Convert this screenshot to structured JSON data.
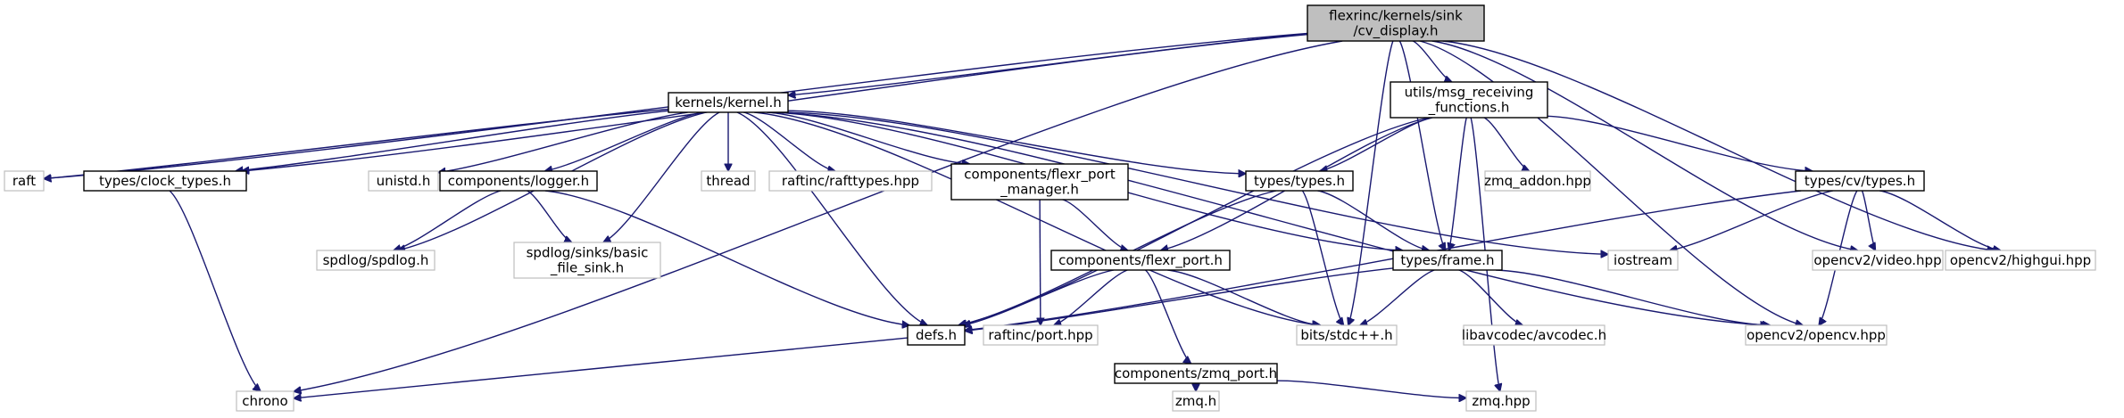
{
  "graph": {
    "nodes": [
      {
        "id": "cv_display",
        "lines": [
          "flexrinc/kernels/sink",
          "/cv_display.h"
        ],
        "kind": "root"
      },
      {
        "id": "kernel",
        "lines": [
          "kernels/kernel.h"
        ],
        "kind": "internal"
      },
      {
        "id": "msg_recv",
        "lines": [
          "utils/msg_receiving",
          "_functions.h"
        ],
        "kind": "internal"
      },
      {
        "id": "raft",
        "lines": [
          "raft"
        ],
        "kind": "external"
      },
      {
        "id": "clock_types",
        "lines": [
          "types/clock_types.h"
        ],
        "kind": "internal"
      },
      {
        "id": "unistd",
        "lines": [
          "unistd.h"
        ],
        "kind": "external"
      },
      {
        "id": "logger",
        "lines": [
          "components/logger.h"
        ],
        "kind": "internal"
      },
      {
        "id": "thread",
        "lines": [
          "thread"
        ],
        "kind": "external"
      },
      {
        "id": "rafttypes",
        "lines": [
          "raftinc/rafttypes.hpp"
        ],
        "kind": "external"
      },
      {
        "id": "flexr_port_manager",
        "lines": [
          "components/flexr_port",
          "_manager.h"
        ],
        "kind": "internal"
      },
      {
        "id": "types_types",
        "lines": [
          "types/types.h"
        ],
        "kind": "internal"
      },
      {
        "id": "zmq_addon",
        "lines": [
          "zmq_addon.hpp"
        ],
        "kind": "external"
      },
      {
        "id": "cv_types",
        "lines": [
          "types/cv/types.h"
        ],
        "kind": "internal"
      },
      {
        "id": "spdlog",
        "lines": [
          "spdlog/spdlog.h"
        ],
        "kind": "external"
      },
      {
        "id": "basic_file_sink",
        "lines": [
          "spdlog/sinks/basic",
          "_file_sink.h"
        ],
        "kind": "external"
      },
      {
        "id": "flexr_port",
        "lines": [
          "components/flexr_port.h"
        ],
        "kind": "internal"
      },
      {
        "id": "frame",
        "lines": [
          "types/frame.h"
        ],
        "kind": "internal"
      },
      {
        "id": "iostream",
        "lines": [
          "iostream"
        ],
        "kind": "external"
      },
      {
        "id": "opencv_video",
        "lines": [
          "opencv2/video.hpp"
        ],
        "kind": "external"
      },
      {
        "id": "opencv_highgui",
        "lines": [
          "opencv2/highgui.hpp"
        ],
        "kind": "external"
      },
      {
        "id": "defs",
        "lines": [
          "defs.h"
        ],
        "kind": "internal"
      },
      {
        "id": "raftinc_port",
        "lines": [
          "raftinc/port.hpp"
        ],
        "kind": "external"
      },
      {
        "id": "zmq_port",
        "lines": [
          "components/zmq_port.h"
        ],
        "kind": "internal"
      },
      {
        "id": "bits_stdcpp",
        "lines": [
          "bits/stdc++.h"
        ],
        "kind": "external"
      },
      {
        "id": "libavcodec",
        "lines": [
          "libavcodec/avcodec.h"
        ],
        "kind": "external"
      },
      {
        "id": "opencv_opencv",
        "lines": [
          "opencv2/opencv.hpp"
        ],
        "kind": "external"
      },
      {
        "id": "chrono",
        "lines": [
          "chrono"
        ],
        "kind": "external"
      },
      {
        "id": "zmq_h",
        "lines": [
          "zmq.h"
        ],
        "kind": "external"
      },
      {
        "id": "zmq_hpp",
        "lines": [
          "zmq.hpp"
        ],
        "kind": "external"
      }
    ],
    "edges": [
      {
        "from": "cv_display",
        "to": "kernel"
      },
      {
        "from": "cv_display",
        "to": "msg_recv"
      },
      {
        "from": "cv_display",
        "to": "raft"
      },
      {
        "from": "cv_display",
        "to": "clock_types"
      },
      {
        "from": "cv_display",
        "to": "chrono"
      },
      {
        "from": "cv_display",
        "to": "bits_stdcpp"
      },
      {
        "from": "cv_display",
        "to": "frame"
      },
      {
        "from": "cv_display",
        "to": "opencv_video"
      },
      {
        "from": "cv_display",
        "to": "opencv_highgui"
      },
      {
        "from": "cv_display",
        "to": "opencv_opencv"
      },
      {
        "from": "kernel",
        "to": "raft"
      },
      {
        "from": "kernel",
        "to": "clock_types"
      },
      {
        "from": "kernel",
        "to": "unistd"
      },
      {
        "from": "kernel",
        "to": "logger"
      },
      {
        "from": "kernel",
        "to": "thread"
      },
      {
        "from": "kernel",
        "to": "rafttypes"
      },
      {
        "from": "kernel",
        "to": "flexr_port_manager"
      },
      {
        "from": "kernel",
        "to": "types_types"
      },
      {
        "from": "kernel",
        "to": "spdlog"
      },
      {
        "from": "kernel",
        "to": "basic_file_sink"
      },
      {
        "from": "kernel",
        "to": "defs"
      },
      {
        "from": "kernel",
        "to": "bits_stdcpp"
      },
      {
        "from": "kernel",
        "to": "frame"
      },
      {
        "from": "kernel",
        "to": "iostream"
      },
      {
        "from": "kernel",
        "to": "opencv_opencv"
      },
      {
        "from": "msg_recv",
        "to": "types_types"
      },
      {
        "from": "msg_recv",
        "to": "zmq_addon"
      },
      {
        "from": "msg_recv",
        "to": "cv_types"
      },
      {
        "from": "msg_recv",
        "to": "flexr_port"
      },
      {
        "from": "msg_recv",
        "to": "frame"
      },
      {
        "from": "msg_recv",
        "to": "defs"
      },
      {
        "from": "msg_recv",
        "to": "zmq_hpp"
      },
      {
        "from": "clock_types",
        "to": "chrono"
      },
      {
        "from": "logger",
        "to": "spdlog"
      },
      {
        "from": "logger",
        "to": "basic_file_sink"
      },
      {
        "from": "logger",
        "to": "defs"
      },
      {
        "from": "flexr_port_manager",
        "to": "flexr_port"
      },
      {
        "from": "flexr_port_manager",
        "to": "raftinc_port"
      },
      {
        "from": "types_types",
        "to": "frame"
      },
      {
        "from": "types_types",
        "to": "defs"
      },
      {
        "from": "types_types",
        "to": "bits_stdcpp"
      },
      {
        "from": "cv_types",
        "to": "iostream"
      },
      {
        "from": "cv_types",
        "to": "opencv_video"
      },
      {
        "from": "cv_types",
        "to": "opencv_highgui"
      },
      {
        "from": "cv_types",
        "to": "opencv_opencv"
      },
      {
        "from": "cv_types",
        "to": "defs"
      },
      {
        "from": "flexr_port",
        "to": "defs"
      },
      {
        "from": "flexr_port",
        "to": "raftinc_port"
      },
      {
        "from": "flexr_port",
        "to": "zmq_port"
      },
      {
        "from": "flexr_port",
        "to": "bits_stdcpp"
      },
      {
        "from": "frame",
        "to": "defs"
      },
      {
        "from": "frame",
        "to": "bits_stdcpp"
      },
      {
        "from": "frame",
        "to": "libavcodec"
      },
      {
        "from": "frame",
        "to": "opencv_opencv"
      },
      {
        "from": "defs",
        "to": "chrono"
      },
      {
        "from": "zmq_port",
        "to": "zmq_h"
      },
      {
        "from": "zmq_port",
        "to": "zmq_hpp"
      }
    ]
  }
}
